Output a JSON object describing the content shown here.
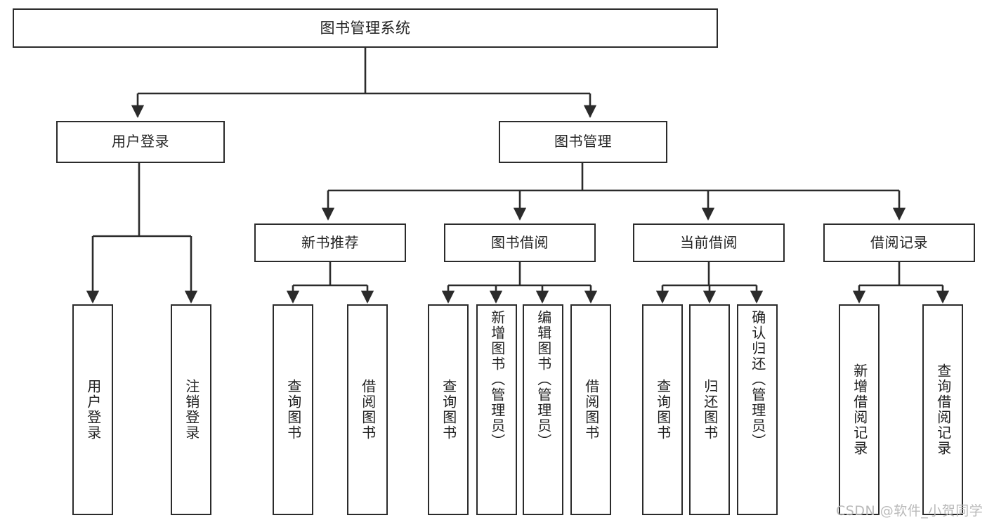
{
  "diagram": {
    "type": "tree",
    "title": "图书管理系统",
    "orientation": "top-down",
    "stroke_color": "#2b2b2b",
    "text_color": "#222222",
    "background_color": "#ffffff"
  },
  "nodes": {
    "root": {
      "label": "图书管理系统"
    },
    "level1": [
      {
        "label": "用户登录"
      },
      {
        "label": "图书管理"
      }
    ],
    "level2": [
      {
        "label": "新书推荐"
      },
      {
        "label": "图书借阅"
      },
      {
        "label": "当前借阅"
      },
      {
        "label": "借阅记录"
      }
    ],
    "leaves": {
      "user_login": [
        {
          "label": "用户登录"
        },
        {
          "label": "注销登录"
        }
      ],
      "new_book": [
        {
          "label": "查询图书"
        },
        {
          "label": "借阅图书"
        }
      ],
      "book_borrow": [
        {
          "label": "查询图书"
        },
        {
          "label": "新增图书（管理员）"
        },
        {
          "label": "编辑图书（管理员）"
        },
        {
          "label": "借阅图书"
        }
      ],
      "current_borrow": [
        {
          "label": "查询图书"
        },
        {
          "label": "归还图书"
        },
        {
          "label": "确认归还（管理员）"
        }
      ],
      "borrow_record": [
        {
          "label": "新增借阅记录"
        },
        {
          "label": "查询借阅记录"
        }
      ]
    }
  },
  "watermark": {
    "text": "CSDN @软件_小贺同学"
  }
}
